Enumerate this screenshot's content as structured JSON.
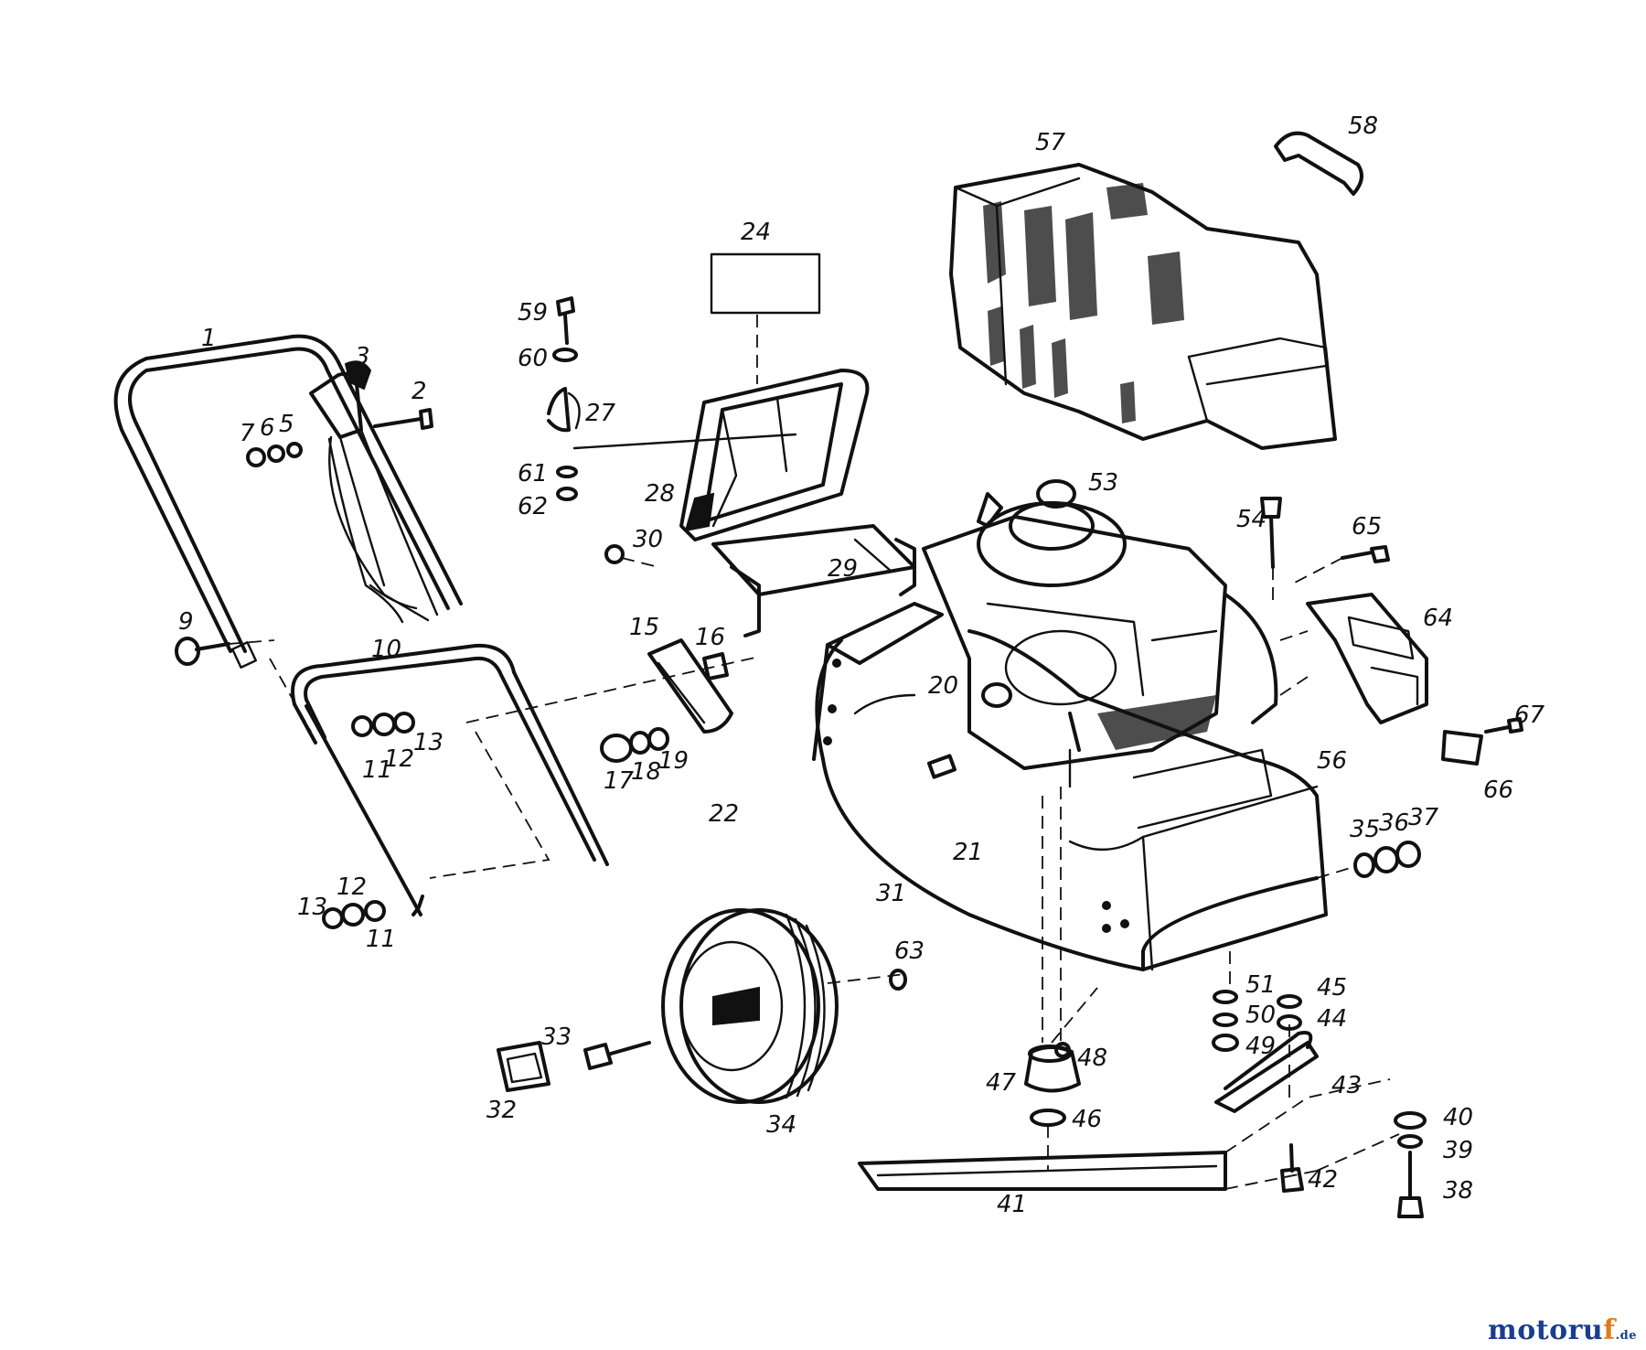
{
  "labels": [
    "1",
    "2",
    "3",
    "5",
    "6",
    "7",
    "9",
    "10",
    "11",
    "12",
    "13",
    "15",
    "16",
    "17",
    "18",
    "19",
    "20",
    "21",
    "22",
    "24",
    "27",
    "28",
    "29",
    "30",
    "31",
    "32",
    "33",
    "34",
    "35",
    "36",
    "37",
    "38",
    "39",
    "40",
    "41",
    "42",
    "43",
    "44",
    "45",
    "46",
    "47",
    "48",
    "49",
    "50",
    "51",
    "53",
    "54",
    "56",
    "57",
    "58",
    "59",
    "60",
    "61",
    "62",
    "63",
    "64",
    "65",
    "66",
    "67"
  ],
  "watermark": {
    "part1": "motoru",
    "part2": "f",
    "part3": ".de"
  },
  "colors": {
    "line": "#111111",
    "watermark_blue": "#1a3e8c",
    "watermark_orange": "#e27a1b"
  }
}
